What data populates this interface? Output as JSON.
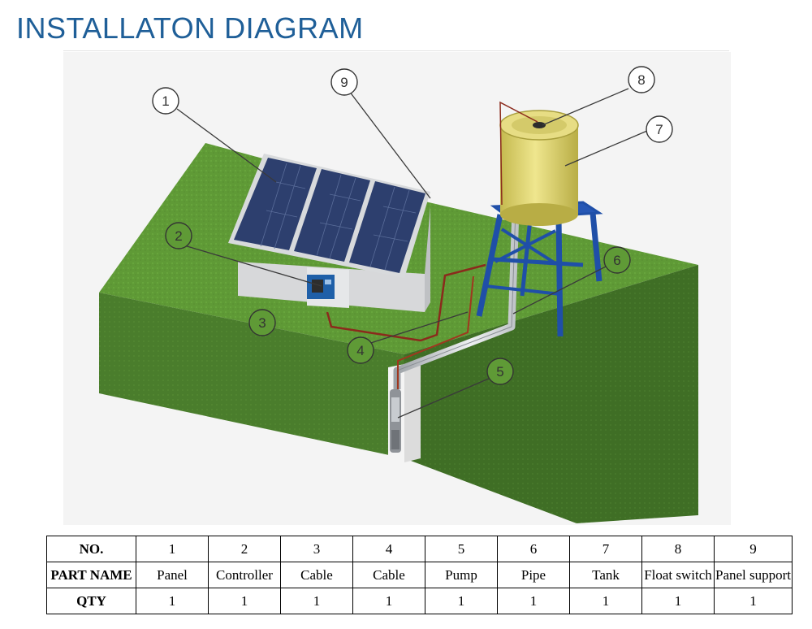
{
  "title": "INSTALLATON DIAGRAM",
  "callouts": [
    {
      "id": "c1",
      "label": "1"
    },
    {
      "id": "c2",
      "label": "2"
    },
    {
      "id": "c3",
      "label": "3"
    },
    {
      "id": "c4",
      "label": "4"
    },
    {
      "id": "c5",
      "label": "5"
    },
    {
      "id": "c6",
      "label": "6"
    },
    {
      "id": "c7",
      "label": "7"
    },
    {
      "id": "c8",
      "label": "8"
    },
    {
      "id": "c9",
      "label": "9"
    }
  ],
  "table": {
    "row_headers": [
      "NO.",
      "PART NAME",
      "QTY"
    ],
    "parts": [
      {
        "no": "1",
        "name": "Panel",
        "qty": "1"
      },
      {
        "no": "2",
        "name": "Controller",
        "qty": "1"
      },
      {
        "no": "3",
        "name": "Cable",
        "qty": "1"
      },
      {
        "no": "4",
        "name": "Cable",
        "qty": "1"
      },
      {
        "no": "5",
        "name": "Pump",
        "qty": "1"
      },
      {
        "no": "6",
        "name": "Pipe",
        "qty": "1"
      },
      {
        "no": "7",
        "name": "Tank",
        "qty": "1"
      },
      {
        "no": "8",
        "name": "Float switch",
        "qty": "1"
      },
      {
        "no": "9",
        "name": "Panel support",
        "qty": "1"
      }
    ]
  },
  "colors": {
    "title": "#1f5f98",
    "grass_top": "#5f9a36",
    "grass_side": "#3f6e25",
    "grass_front": "#4a7d2c",
    "panel": "#2d3f6e",
    "tank": "#d9cf6a",
    "tower": "#1f4fa8",
    "pipe": "#c9ccd0",
    "cable": "#8b2a1c"
  }
}
